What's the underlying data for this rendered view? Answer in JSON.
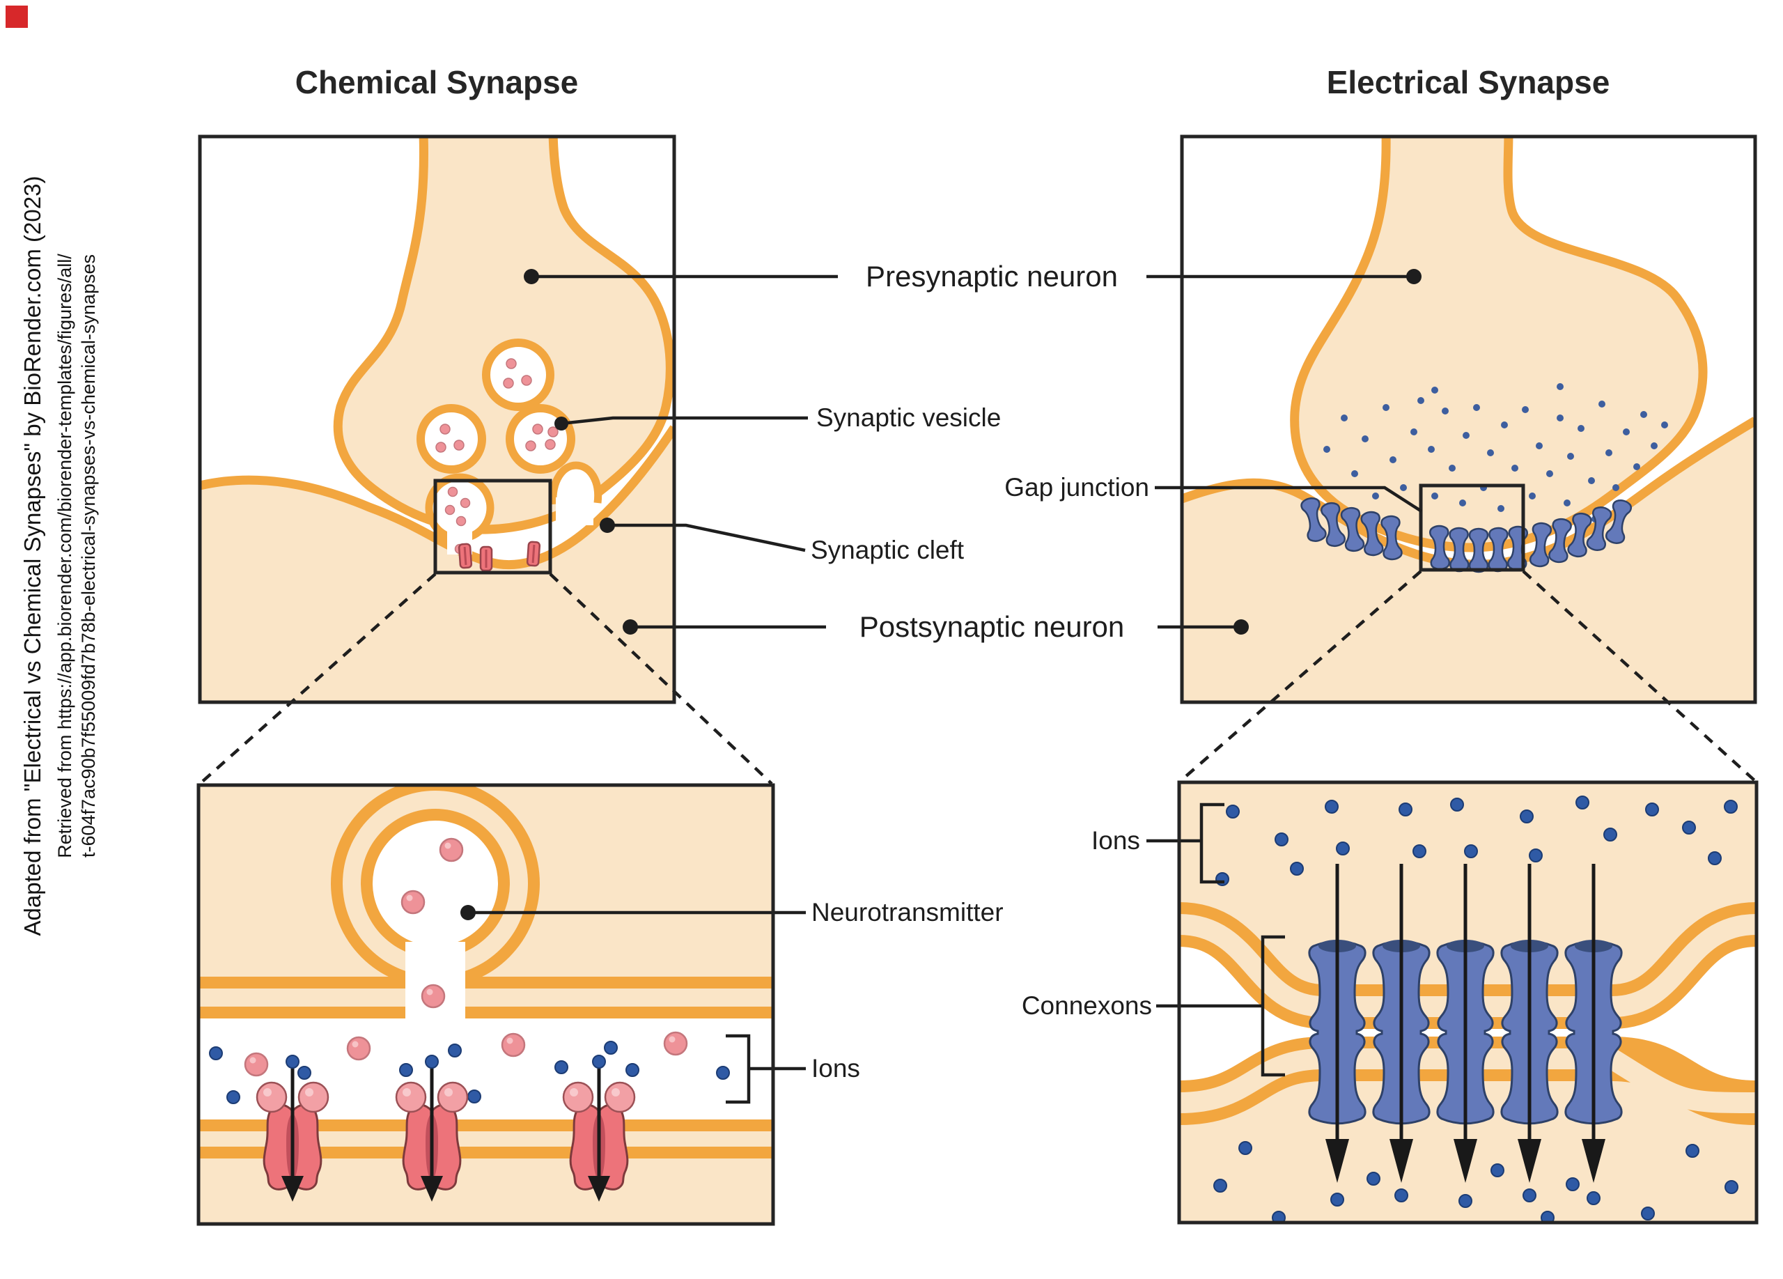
{
  "citation": {
    "line1": "Adapted from \"Electrical vs Chemical Synapses\" by BioRender.com (2023)",
    "line2": "Retrieved from https://app.biorender.com/biorender-templates/figures/all/",
    "line3": "t-604f7ac90b7f55009fd7b78b-electrical-synapses-vs-chemical-synapses"
  },
  "titles": {
    "chemical": "Chemical Synapse",
    "electrical": "Electrical Synapse"
  },
  "labels": {
    "presynaptic_neuron": "Presynaptic neuron",
    "synaptic_vesicle": "Synaptic vesicle",
    "gap_junction": "Gap junction",
    "synaptic_cleft": "Synaptic cleft",
    "postsynaptic_neuron": "Postsynaptic neuron",
    "neurotransmitter": "Neurotransmitter",
    "ions_chemical": "Ions",
    "connexons": "Connexons",
    "ions_electrical": "Ions"
  },
  "colors": {
    "membrane_orange": "#F2A63F",
    "cytoplasm_cream": "#FAE5C7",
    "connexon_blue": "#6379BA",
    "connexon_dark": "#2E4168",
    "ion_blue": "#2F5AA5",
    "ion_dark": "#1C3C74",
    "neurotransmitter_pink": "#EE9298",
    "receptor_red": "#ED737A",
    "receptor_dark": "#7E3A3C",
    "line_black": "#1e1e1e",
    "marker_red": "#D7282A"
  }
}
